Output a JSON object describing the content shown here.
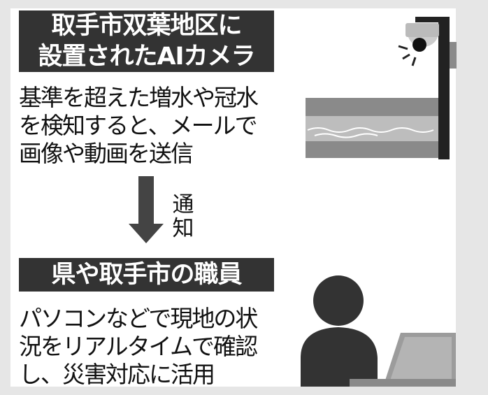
{
  "camera_section": {
    "title_lines": [
      "取手市双葉地区に",
      "設置されたAIカメラ"
    ],
    "description_lines": [
      "基準を超えた増水や冠水",
      "を検知すると、メールで",
      "画像や動画を送信"
    ]
  },
  "arrow": {
    "label_chars": [
      "通",
      "知"
    ]
  },
  "staff_section": {
    "title": "県や取手市の職員",
    "description_lines": [
      "パソコンなどで現地の状",
      "況をリアルタイムで確認",
      "し、災害対応に活用"
    ]
  },
  "colors": {
    "banner": "#333333",
    "page": "#e6e6e6",
    "panel": "#ffffff"
  },
  "icons": [
    "camera-pole-illustration",
    "river-illustration",
    "arrow-down-icon",
    "person-laptop-illustration"
  ]
}
